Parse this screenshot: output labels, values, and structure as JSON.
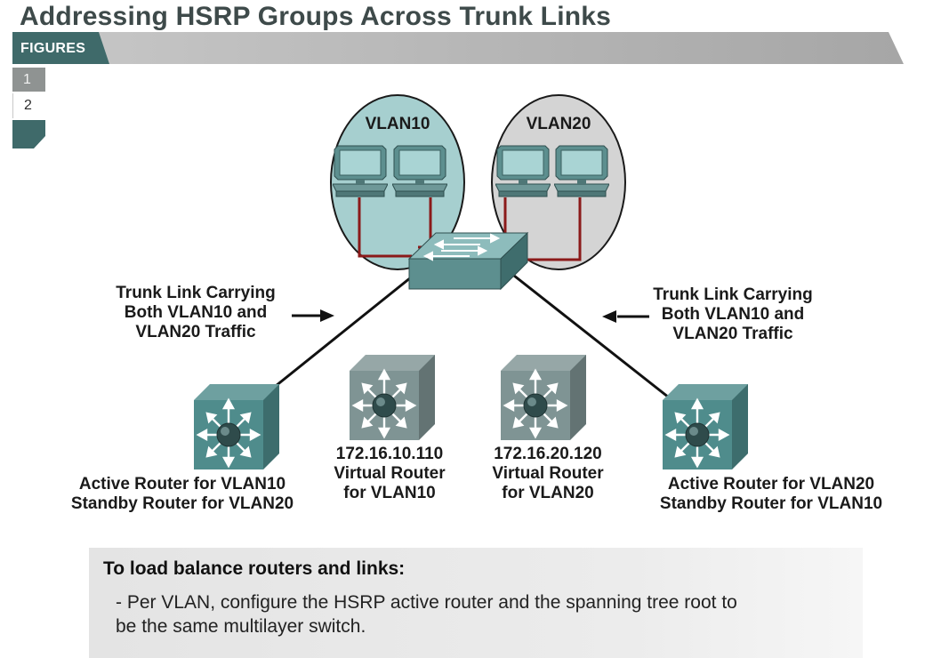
{
  "title": "Addressing HSRP Groups Across Trunk Links",
  "figures": {
    "label": "FIGURES",
    "tabs": [
      {
        "label": "1"
      },
      {
        "label": "2"
      }
    ]
  },
  "diagram": {
    "vlans": [
      {
        "label": "VLAN10"
      },
      {
        "label": "VLAN20"
      }
    ],
    "trunk_left": [
      "Trunk Link Carrying",
      "Both VLAN10 and",
      "VLAN20 Traffic"
    ],
    "trunk_right": [
      "Trunk Link Carrying",
      "Both VLAN10 and",
      "VLAN20 Traffic"
    ],
    "router_left": [
      "Active Router for VLAN10",
      "Standby Router for VLAN20"
    ],
    "virtual_10": [
      "172.16.10.110",
      "Virtual Router",
      "for VLAN10"
    ],
    "virtual_20": [
      "172.16.20.120",
      "Virtual Router",
      "for VLAN20"
    ],
    "router_right": [
      "Active Router for VLAN20",
      "Standby Router for VLAN10"
    ],
    "colors": {
      "vlan10_fill": "#a6cfcf",
      "vlan20_fill": "#d4d4d4",
      "device_teal": "#4f8c8c",
      "device_gray": "#7f9494",
      "cable_red": "#8b1a1a"
    }
  },
  "bottom": {
    "heading": "To load balance routers and links:",
    "lines": [
      "- Per VLAN, configure the HSRP active router and the spanning tree root to",
      "be the same multilayer switch."
    ]
  }
}
